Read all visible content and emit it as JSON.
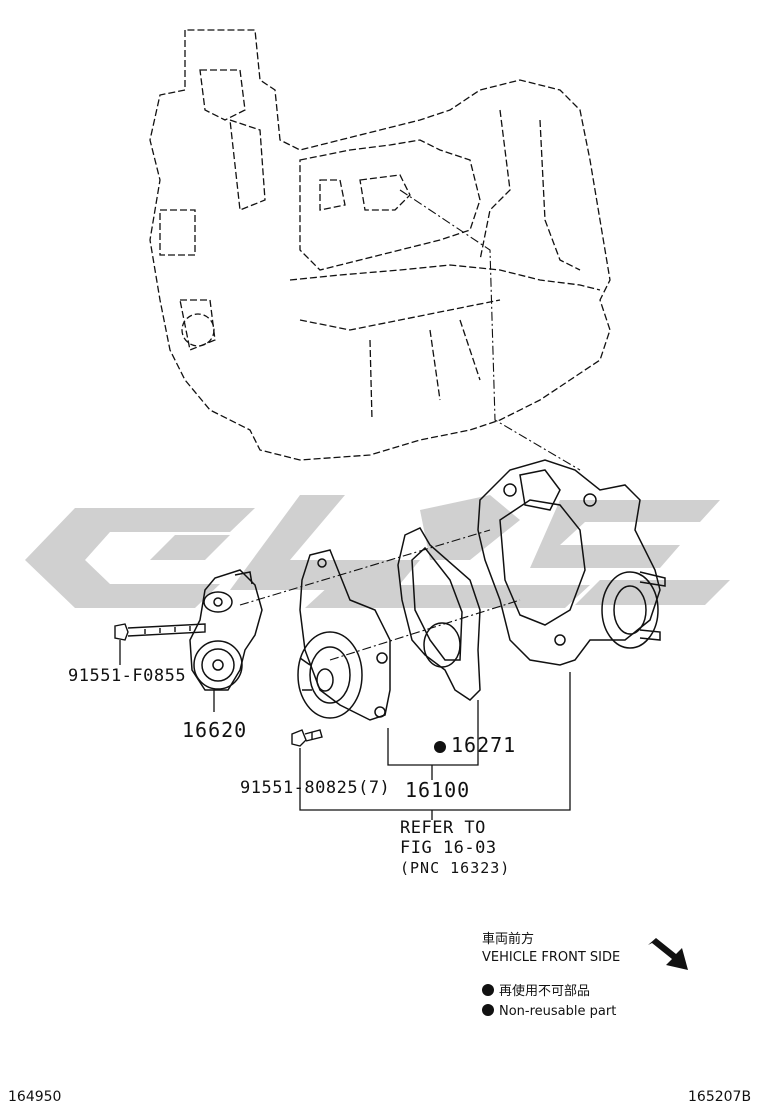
{
  "parts": {
    "bolt_tensioner": "91551-F0855",
    "tensioner": "16620",
    "gasket": "16271",
    "bolt_pump": "91551-80825(7)",
    "water_pump": "16100"
  },
  "refer": {
    "line1": "REFER TO",
    "line2": "FIG 16-03",
    "line3": "(PNC 16323)"
  },
  "legend": {
    "front_jp": "車両前方",
    "front_en": "VEHICLE FRONT SIDE",
    "nonreuse_jp": "再使用不可部品",
    "nonreuse_en": "Non-reusable part"
  },
  "footer": {
    "left_code": "164950",
    "right_code": "165207B"
  },
  "colors": {
    "line": "#111111",
    "watermark": "#cfcfcf"
  }
}
